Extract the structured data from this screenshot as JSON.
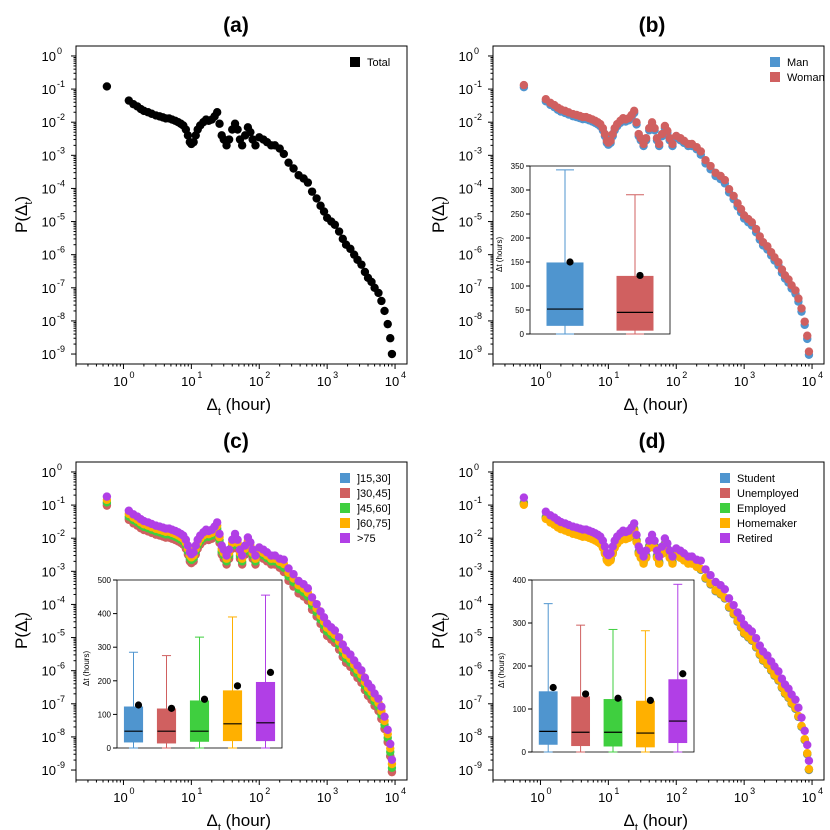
{
  "y_ticks": [
    "10",
    "10",
    "10",
    "10",
    "10",
    "10",
    "10",
    "10",
    "10",
    "10"
  ],
  "x_ticks": [
    "10",
    "10",
    "10",
    "10",
    "10"
  ],
  "panels": [
    {
      "key": "a",
      "label": "(a)",
      "xlabel_main": "Δ",
      "xlabel_sub": "t",
      "xlabel_tail": " (hour)",
      "ylabel_main": "P(Δ",
      "ylabel_sub": "t",
      "ylabel_tail": ")"
    },
    {
      "key": "b",
      "label": "(b)",
      "xlabel_main": "Δ",
      "xlabel_sub": "t",
      "xlabel_tail": " (hour)",
      "ylabel_main": "P(Δ",
      "ylabel_sub": "t",
      "ylabel_tail": ")",
      "inset_ylabel": "Δt (hours)"
    },
    {
      "key": "c",
      "label": "(c)",
      "xlabel_main": "Δ",
      "xlabel_sub": "t",
      "xlabel_tail": " (hour)",
      "ylabel_main": "P(Δ",
      "ylabel_sub": "t",
      "ylabel_tail": ")",
      "inset_ylabel": "Δt (hours)"
    },
    {
      "key": "d",
      "label": "(d)",
      "xlabel_main": "Δ",
      "xlabel_sub": "t",
      "xlabel_tail": " (hour)",
      "ylabel_main": "P(Δ",
      "ylabel_sub": "t",
      "ylabel_tail": ")",
      "inset_ylabel": "Δt (hours)"
    }
  ],
  "chart_data": [
    {
      "type": "scatter",
      "panel": "a",
      "x_scale": "log",
      "y_scale": "log",
      "xlim": [
        0.2,
        15000
      ],
      "ylim": [
        5e-10,
        2
      ],
      "series": [
        {
          "name": "Total",
          "color": "#000000",
          "points": [
            [
              0.57,
              0.12
            ],
            [
              1.2,
              0.045
            ],
            [
              1.4,
              0.035
            ],
            [
              1.6,
              0.03
            ],
            [
              1.8,
              0.025
            ],
            [
              2.0,
              0.022
            ],
            [
              2.3,
              0.02
            ],
            [
              2.6,
              0.018
            ],
            [
              3.0,
              0.016
            ],
            [
              3.4,
              0.015
            ],
            [
              3.8,
              0.014
            ],
            [
              4.2,
              0.013
            ],
            [
              4.7,
              0.013
            ],
            [
              5.2,
              0.012
            ],
            [
              5.8,
              0.011
            ],
            [
              6.4,
              0.01
            ],
            [
              7.0,
              0.009
            ],
            [
              7.6,
              0.008
            ],
            [
              8.3,
              0.006
            ],
            [
              8.9,
              0.004
            ],
            [
              9.5,
              0.0025
            ],
            [
              10.0,
              0.0022
            ],
            [
              10.8,
              0.0025
            ],
            [
              11.6,
              0.004
            ],
            [
              12.4,
              0.006
            ],
            [
              13.5,
              0.008
            ],
            [
              15.0,
              0.01
            ],
            [
              16.5,
              0.012
            ],
            [
              18.0,
              0.011
            ],
            [
              20.0,
              0.012
            ],
            [
              22.0,
              0.015
            ],
            [
              24.0,
              0.02
            ],
            [
              26.0,
              0.009
            ],
            [
              28.0,
              0.004
            ],
            [
              30.0,
              0.003
            ],
            [
              33.0,
              0.002
            ],
            [
              36.0,
              0.003
            ],
            [
              40.0,
              0.006
            ],
            [
              44.0,
              0.009
            ],
            [
              48.0,
              0.006
            ],
            [
              52.0,
              0.003
            ],
            [
              56.0,
              0.002
            ],
            [
              62.0,
              0.004
            ],
            [
              68.0,
              0.007
            ],
            [
              74.0,
              0.005
            ],
            [
              80.0,
              0.003
            ],
            [
              88.0,
              0.002
            ],
            [
              100.0,
              0.0035
            ],
            [
              115.0,
              0.003
            ],
            [
              130.0,
              0.0025
            ],
            [
              150.0,
              0.002
            ],
            [
              170.0,
              0.002
            ],
            [
              200.0,
              0.0016
            ],
            [
              230.0,
              0.0011
            ],
            [
              270.0,
              0.0006
            ],
            [
              320.0,
              0.0004
            ],
            [
              380.0,
              0.00025
            ],
            [
              450.0,
              0.0002
            ],
            [
              520.0,
              0.00015
            ],
            [
              600.0,
              8e-05
            ],
            [
              700.0,
              5e-05
            ],
            [
              800.0,
              3e-05
            ],
            [
              900.0,
              2e-05
            ],
            [
              1000.0,
              1.3e-05
            ],
            [
              1150.0,
              1e-05
            ],
            [
              1300.0,
              8e-06
            ],
            [
              1500.0,
              5e-06
            ],
            [
              1700.0,
              3e-06
            ],
            [
              1900.0,
              2e-06
            ],
            [
              2200.0,
              1.5e-06
            ],
            [
              2500.0,
              1e-06
            ],
            [
              2800.0,
              7e-07
            ],
            [
              3200.0,
              5e-07
            ],
            [
              3600.0,
              3e-07
            ],
            [
              4000.0,
              2e-07
            ],
            [
              4500.0,
              1.5e-07
            ],
            [
              5000.0,
              1e-07
            ],
            [
              5700.0,
              7e-08
            ],
            [
              6300.0,
              4e-08
            ],
            [
              7000.0,
              2e-08
            ],
            [
              7800.0,
              8e-09
            ],
            [
              8500.0,
              3e-09
            ],
            [
              9000.0,
              1e-09
            ]
          ]
        }
      ],
      "legend": "top-right"
    },
    {
      "type": "scatter",
      "panel": "b",
      "x_scale": "log",
      "y_scale": "log",
      "xlim": [
        0.2,
        15000
      ],
      "ylim": [
        5e-10,
        2
      ],
      "series": [
        {
          "name": "Man",
          "color": "#4f95cf",
          "profile": "gender",
          "value_scale": 0.95
        },
        {
          "name": "Woman",
          "color": "#d06060",
          "profile": "gender",
          "value_scale": 1.1
        }
      ],
      "inset": {
        "type": "box",
        "ylabel": "Δt (hours)",
        "yticks": [
          0,
          50,
          100,
          150,
          200,
          250,
          300,
          350
        ],
        "ylim": [
          0,
          350
        ],
        "boxes": [
          {
            "name": "Man",
            "color": "#4f95cf",
            "whisker_low": 0,
            "q1": 18,
            "median": 52,
            "q3": 148,
            "whisker_high": 342,
            "mean": 150
          },
          {
            "name": "Woman",
            "color": "#d06060",
            "whisker_low": 0,
            "q1": 8,
            "median": 45,
            "q3": 120,
            "whisker_high": 290,
            "mean": 122
          }
        ]
      },
      "legend": "top-right"
    },
    {
      "type": "scatter",
      "panel": "c",
      "x_scale": "log",
      "y_scale": "log",
      "xlim": [
        0.2,
        15000
      ],
      "ylim": [
        5e-10,
        2
      ],
      "series": [
        {
          "name": "]15,30]",
          "color": "#4f95cf",
          "value_scale": 0.9
        },
        {
          "name": "]30,45]",
          "color": "#d06060",
          "value_scale": 0.8
        },
        {
          "name": "]45,60]",
          "color": "#3fcf3f",
          "value_scale": 1.0
        },
        {
          "name": "]60,75]",
          "color": "#ffb000",
          "value_scale": 1.2
        },
        {
          "name": ">75",
          "color": "#b13fe6",
          "value_scale": 1.5
        }
      ],
      "inset": {
        "type": "box",
        "ylabel": "Δt (hours)",
        "yticks": [
          0,
          100,
          200,
          300,
          400,
          500
        ],
        "ylim": [
          0,
          500
        ],
        "boxes": [
          {
            "name": "]15,30]",
            "color": "#4f95cf",
            "whisker_low": 0,
            "q1": 18,
            "median": 50,
            "q3": 122,
            "whisker_high": 285,
            "mean": 128
          },
          {
            "name": "]30,45]",
            "color": "#d06060",
            "whisker_low": 0,
            "q1": 15,
            "median": 50,
            "q3": 116,
            "whisker_high": 275,
            "mean": 118
          },
          {
            "name": "]45,60]",
            "color": "#3fcf3f",
            "whisker_low": 0,
            "q1": 20,
            "median": 50,
            "q3": 140,
            "whisker_high": 330,
            "mean": 145
          },
          {
            "name": "]60,75]",
            "color": "#ffb000",
            "whisker_low": 0,
            "q1": 22,
            "median": 72,
            "q3": 170,
            "whisker_high": 390,
            "mean": 185
          },
          {
            "name": ">75",
            "color": "#b13fe6",
            "whisker_low": 0,
            "q1": 22,
            "median": 75,
            "q3": 195,
            "whisker_high": 455,
            "mean": 225
          }
        ]
      },
      "legend": "top-right"
    },
    {
      "type": "scatter",
      "panel": "d",
      "x_scale": "log",
      "y_scale": "log",
      "xlim": [
        0.2,
        15000
      ],
      "ylim": [
        5e-10,
        2
      ],
      "series": [
        {
          "name": "Student",
          "color": "#4f95cf",
          "value_scale": 1.0
        },
        {
          "name": "Unemployed",
          "color": "#d06060",
          "value_scale": 0.95
        },
        {
          "name": "Employed",
          "color": "#3fcf3f",
          "value_scale": 0.9
        },
        {
          "name": "Homemaker",
          "color": "#ffb000",
          "value_scale": 0.85
        },
        {
          "name": "Retired",
          "color": "#b13fe6",
          "value_scale": 1.4
        }
      ],
      "inset": {
        "type": "box",
        "ylabel": "Δt (hours)",
        "yticks": [
          0,
          100,
          200,
          300,
          400
        ],
        "ylim": [
          0,
          400
        ],
        "boxes": [
          {
            "name": "Student",
            "color": "#4f95cf",
            "whisker_low": 0,
            "q1": 18,
            "median": 48,
            "q3": 140,
            "whisker_high": 345,
            "mean": 150
          },
          {
            "name": "Unemployed",
            "color": "#d06060",
            "whisker_low": 0,
            "q1": 15,
            "median": 46,
            "q3": 128,
            "whisker_high": 295,
            "mean": 135
          },
          {
            "name": "Employed",
            "color": "#3fcf3f",
            "whisker_low": 0,
            "q1": 14,
            "median": 46,
            "q3": 122,
            "whisker_high": 285,
            "mean": 125
          },
          {
            "name": "Homemaker",
            "color": "#ffb000",
            "whisker_low": 0,
            "q1": 12,
            "median": 44,
            "q3": 118,
            "whisker_high": 282,
            "mean": 120
          },
          {
            "name": "Retired",
            "color": "#b13fe6",
            "whisker_low": 0,
            "q1": 22,
            "median": 72,
            "q3": 168,
            "whisker_high": 390,
            "mean": 182
          }
        ]
      },
      "legend": "top-right"
    }
  ]
}
